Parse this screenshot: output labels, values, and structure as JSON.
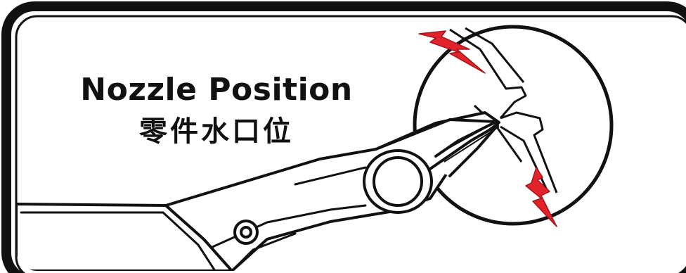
{
  "title": {
    "english": "Nozzle Position",
    "chinese": "零件水口位"
  },
  "colors": {
    "frame": "#111111",
    "spark": "#e3232b",
    "background": "#ffffff"
  },
  "icons": [
    "flat-cutter-pliers",
    "magnifier-circle",
    "cut-spark"
  ]
}
